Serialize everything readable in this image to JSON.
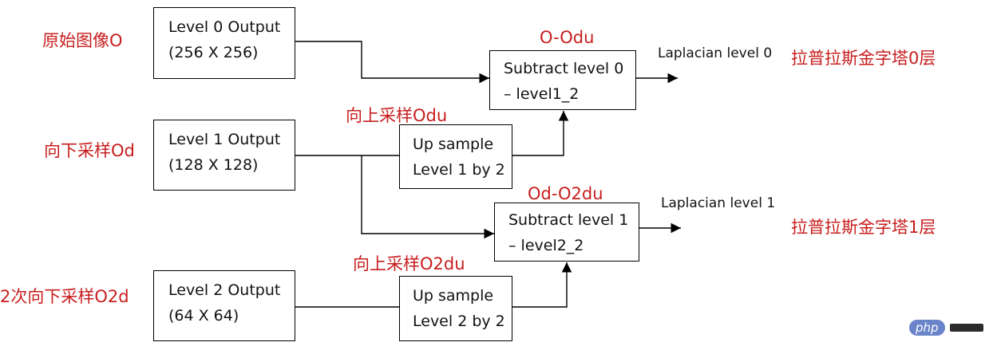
{
  "boxes": {
    "level0": {
      "line1": "Level 0 Output",
      "line2": "(256 X 256)"
    },
    "level1": {
      "line1": "Level 1 Output",
      "line2": "(128 X 128)"
    },
    "level2": {
      "line1": "Level 2 Output",
      "line2": "(64 X 64)"
    },
    "upsample1": {
      "line1": "Up sample",
      "line2": "Level 1 by 2"
    },
    "upsample2": {
      "line1": "Up sample",
      "line2": "Level 2 by 2"
    },
    "subtract0": {
      "line1": "Subtract level 0",
      "line2": "– level1_2"
    },
    "subtract1": {
      "line1": "Subtract level 1",
      "line2": "– level2_2"
    }
  },
  "annotations": {
    "original": "原始图像O",
    "downsample": "向下采样Od",
    "downsample2": "2次向下采样O2d",
    "upsample_odu": "向上采样Odu",
    "upsample_o2du": "向上采样O2du",
    "diff0": "O-Odu",
    "diff1": "Od-O2du",
    "pyramid0": "拉普拉斯金字塔0层",
    "pyramid1": "拉普拉斯金字塔1层"
  },
  "outputs": {
    "lap0": "Laplacian level 0",
    "lap1": "Laplacian level 1"
  },
  "watermark": "php",
  "colors": {
    "annotation": "#c81e1e",
    "line": "#000000",
    "logo": "#6a84c9"
  }
}
